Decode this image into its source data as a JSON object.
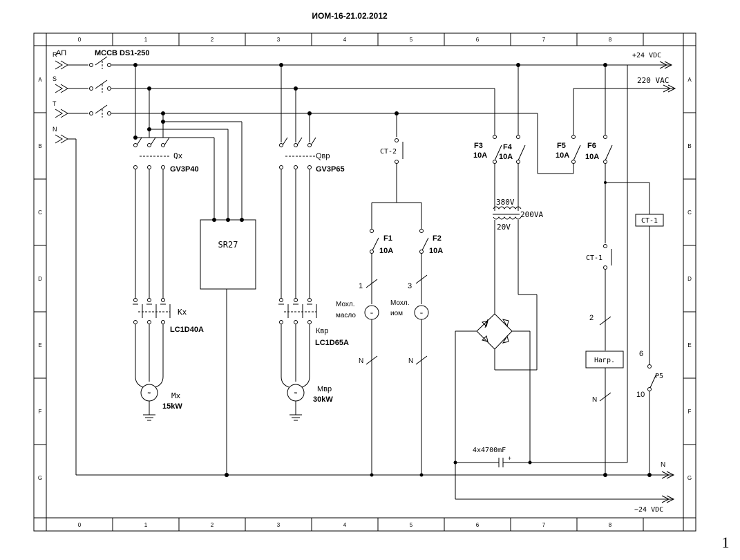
{
  "title": "ИОМ-16-21.02.2012",
  "page_number": "1",
  "grid": {
    "columns": [
      "0",
      "1",
      "2",
      "3",
      "4",
      "5",
      "6",
      "7",
      "8"
    ],
    "rows": [
      "A",
      "B",
      "C",
      "D",
      "E",
      "F",
      "G"
    ]
  },
  "inputs": {
    "r": "R",
    "s": "S",
    "t": "T",
    "n": "N"
  },
  "breaker": {
    "label": "АП",
    "model": "MCCB DS1-250"
  },
  "outputs": {
    "plus24": "+24 VDC",
    "ac220": "220 VAC",
    "n": "N",
    "minus24": "−24 VDC"
  },
  "qx": {
    "tag": "Qx",
    "model": "GV3P40"
  },
  "qvr": {
    "tag": "Qвр",
    "model": "GV3P65"
  },
  "kx": {
    "tag": "Kx",
    "model": "LC1D40A"
  },
  "kvr": {
    "tag": "Квр",
    "model": "LC1D65A"
  },
  "mx": {
    "tag": "Mx",
    "power": "15kW"
  },
  "mvr": {
    "tag": "Mвр",
    "power": "30kW"
  },
  "sr27": "SR27",
  "ct2": "CT-2",
  "ct1_contact": "CT-1",
  "ct1_coil": "CT-1",
  "f1": {
    "tag": "F1",
    "rating": "10A"
  },
  "f2": {
    "tag": "F2",
    "rating": "10A"
  },
  "f3": {
    "tag": "F3",
    "rating": "10A"
  },
  "f4": {
    "tag": "F4",
    "rating": "10A"
  },
  "f5": {
    "tag": "F5",
    "rating": "10A"
  },
  "f6": {
    "tag": "F6",
    "rating": "10A"
  },
  "fan1": {
    "line1": "Мохл.",
    "line2": "масло",
    "wire_in": "1",
    "wire_out": "N"
  },
  "fan2": {
    "line1": "Мохл.",
    "line2": "иом",
    "wire_in": "3",
    "wire_out": "N"
  },
  "transformer": {
    "primary": "380V",
    "secondary": "20V",
    "power": "200VA"
  },
  "capacitor": {
    "label": "4x4700mF",
    "polarity": "+"
  },
  "heater": {
    "label": "Нагр.",
    "wire_in": "2",
    "wire_out": "N"
  },
  "p5": {
    "tag": "P5",
    "pin_a": "6",
    "pin_b": "10"
  }
}
